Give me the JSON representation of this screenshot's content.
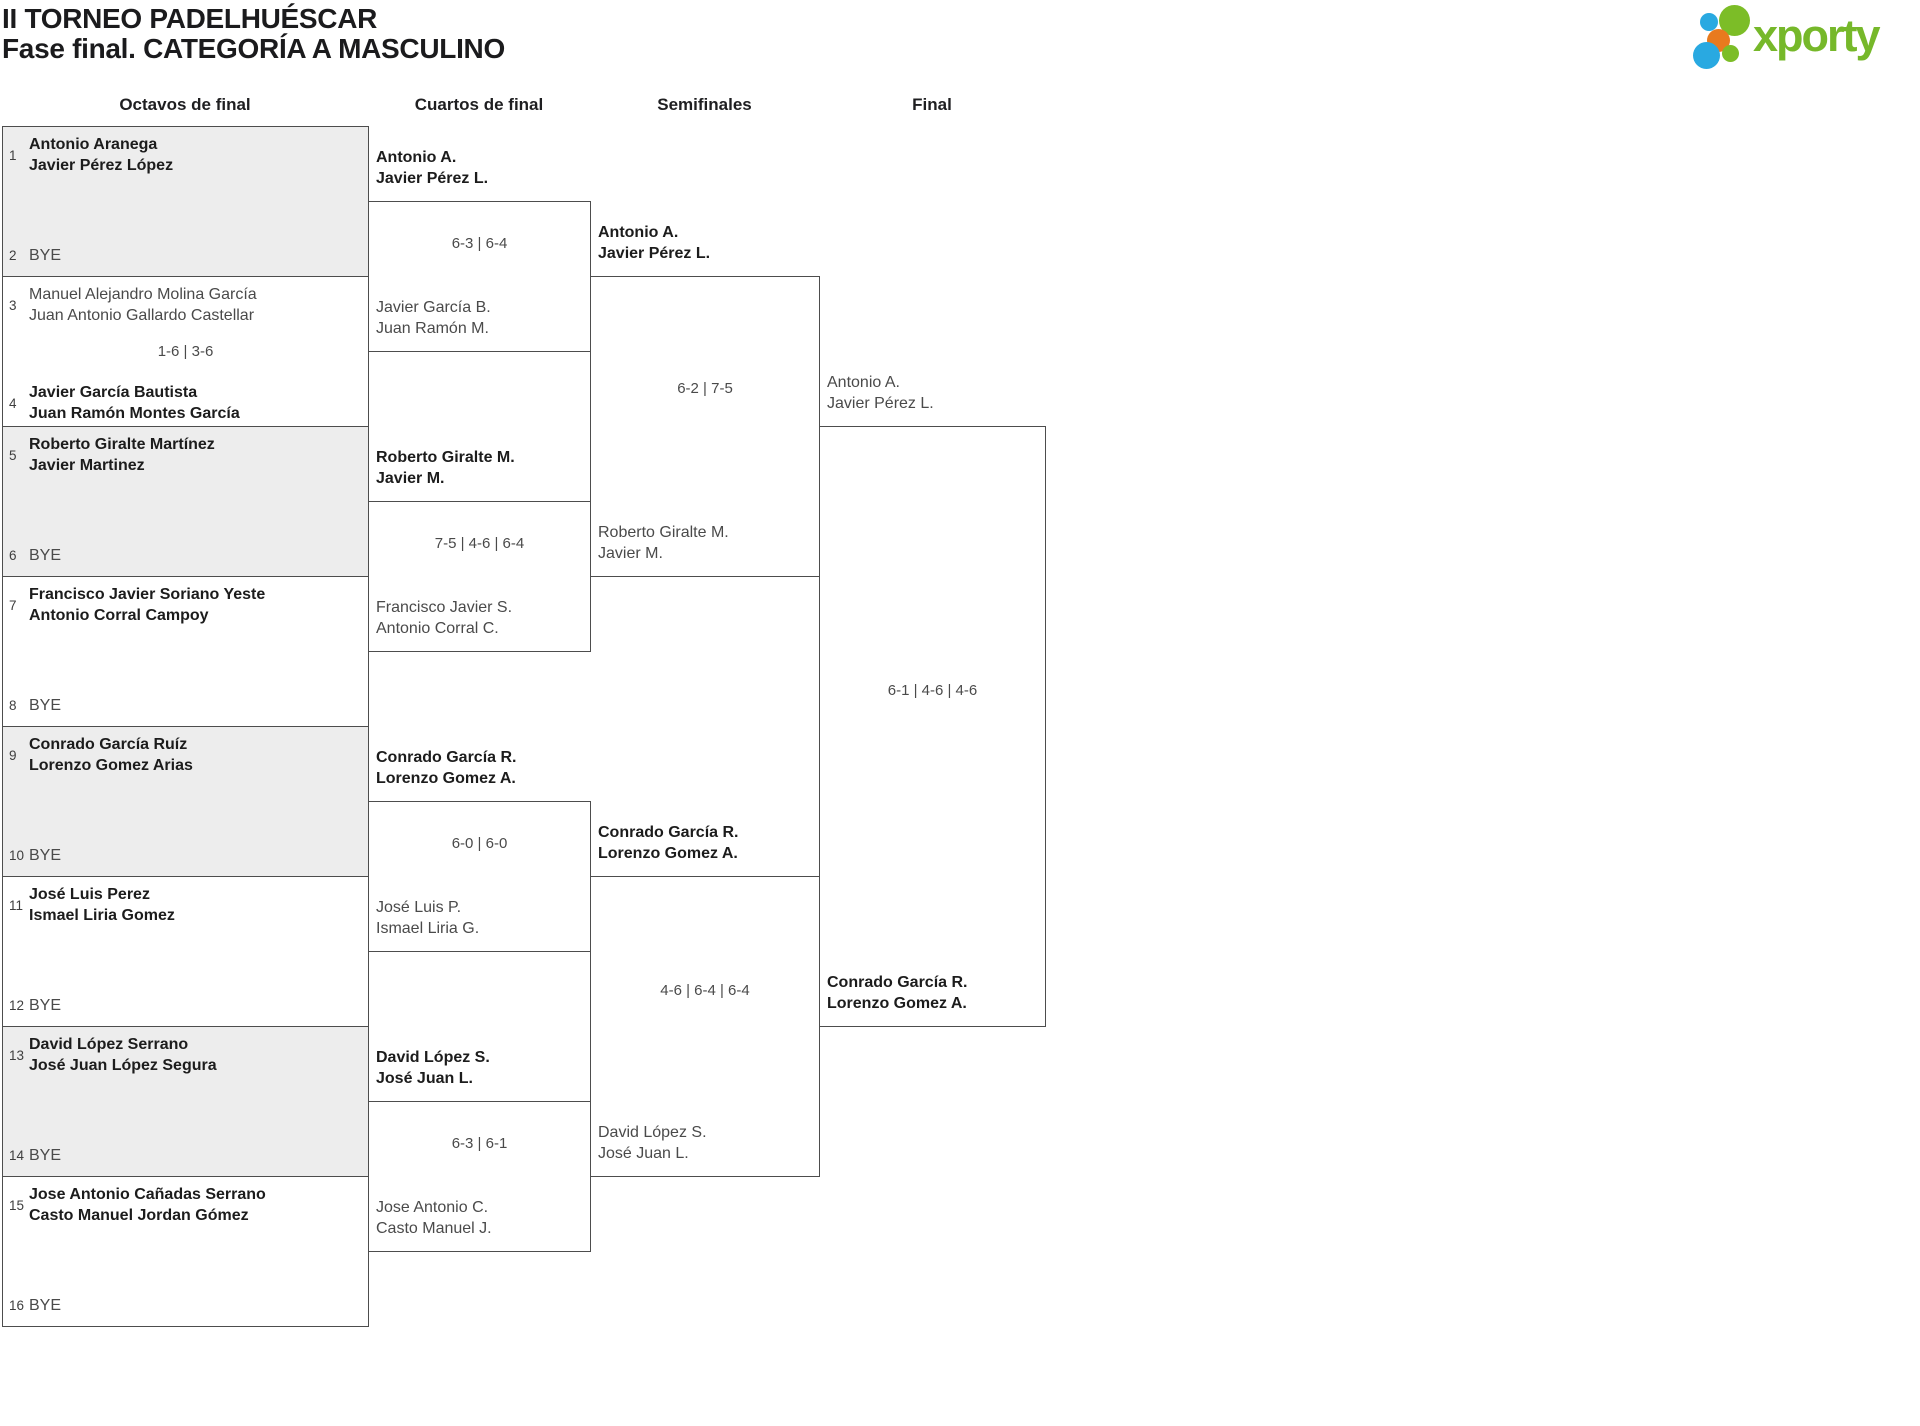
{
  "title": {
    "line1": "II TORNEO PADELHUÉSCAR",
    "line2": "Fase final. CATEGORÍA A MASCULINO"
  },
  "logo": {
    "brand": "xporty"
  },
  "round_headers": {
    "octavos": "Octavos de final",
    "cuartos": "Cuartos de final",
    "semifinales": "Semifinales",
    "final": "Final"
  },
  "colors": {
    "shaded_row": "#ededed",
    "border": "#4d4d4d",
    "winner_text": "#1c1c1c",
    "normal_text": "#4a4a4a",
    "brand_green": "#76b82a",
    "brand_blue": "#29a9e1",
    "brand_orange": "#e87a1e"
  },
  "octavos": [
    {
      "seed_a": "1",
      "a1": "Antonio Aranega",
      "a2": "Javier Pérez López",
      "winner": "a",
      "seed_b": "2",
      "b1": "BYE",
      "b2": "",
      "score": ""
    },
    {
      "seed_a": "3",
      "a1": "Manuel Alejandro Molina García",
      "a2": "Juan Antonio Gallardo Castellar",
      "winner": "b",
      "seed_b": "4",
      "b1": "Javier García Bautista",
      "b2": "Juan Ramón Montes García",
      "score": "1-6 | 3-6"
    },
    {
      "seed_a": "5",
      "a1": "Roberto Giralte Martínez",
      "a2": "Javier Martinez",
      "winner": "a",
      "seed_b": "6",
      "b1": "BYE",
      "b2": "",
      "score": ""
    },
    {
      "seed_a": "7",
      "a1": "Francisco Javier Soriano Yeste",
      "a2": "Antonio Corral Campoy",
      "winner": "a",
      "seed_b": "8",
      "b1": "BYE",
      "b2": "",
      "score": ""
    },
    {
      "seed_a": "9",
      "a1": "Conrado García Ruíz",
      "a2": "Lorenzo Gomez Arias",
      "winner": "a",
      "seed_b": "10",
      "b1": "BYE",
      "b2": "",
      "score": ""
    },
    {
      "seed_a": "11",
      "a1": "José Luis Perez",
      "a2": "Ismael Liria Gomez",
      "winner": "a",
      "seed_b": "12",
      "b1": "BYE",
      "b2": "",
      "score": ""
    },
    {
      "seed_a": "13",
      "a1": "David López Serrano",
      "a2": "José Juan López Segura",
      "winner": "a",
      "seed_b": "14",
      "b1": "BYE",
      "b2": "",
      "score": ""
    },
    {
      "seed_a": "15",
      "a1": "Jose Antonio Cañadas Serrano",
      "a2": "Casto Manuel Jordan Gómez",
      "winner": "a",
      "seed_b": "16",
      "b1": "BYE",
      "b2": "",
      "score": ""
    }
  ],
  "cuartos": [
    {
      "top1": "Antonio A.",
      "top2": "Javier Pérez L.",
      "bottom1": "Javier García B.",
      "bottom2": "Juan Ramón M.",
      "score": "6-3 | 6-4",
      "winner": "top"
    },
    {
      "top1": "Roberto Giralte M.",
      "top2": "Javier M.",
      "bottom1": "Francisco Javier S.",
      "bottom2": "Antonio Corral C.",
      "score": "7-5 | 4-6 | 6-4",
      "winner": "top"
    },
    {
      "top1": "Conrado García R.",
      "top2": "Lorenzo Gomez A.",
      "bottom1": "José Luis P.",
      "bottom2": "Ismael Liria G.",
      "score": "6-0 | 6-0",
      "winner": "top"
    },
    {
      "top1": "David López S.",
      "top2": "José Juan L.",
      "bottom1": "Jose Antonio C.",
      "bottom2": "Casto Manuel J.",
      "score": "6-3 | 6-1",
      "winner": "top"
    }
  ],
  "semifinales": [
    {
      "top1": "Antonio A.",
      "top2": "Javier Pérez L.",
      "bottom1": "Roberto Giralte M.",
      "bottom2": "Javier M.",
      "score": "6-2 | 7-5",
      "winner": "top"
    },
    {
      "top1": "Conrado García R.",
      "top2": "Lorenzo Gomez A.",
      "bottom1": "David López S.",
      "bottom2": "José Juan L.",
      "score": "4-6 | 6-4 | 6-4",
      "winner": "top"
    }
  ],
  "final": {
    "top1": "Antonio A.",
    "top2": "Javier Pérez L.",
    "bottom1": "Conrado García R.",
    "bottom2": "Lorenzo Gomez A.",
    "score": "6-1 | 4-6 | 4-6",
    "winner": "bottom"
  }
}
